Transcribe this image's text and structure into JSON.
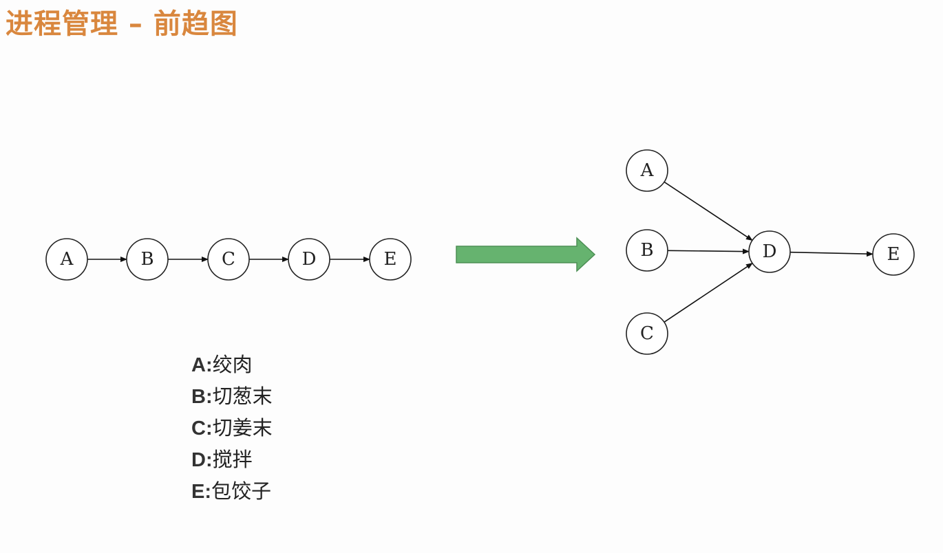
{
  "title": "进程管理 – 前趋图",
  "left_graph": {
    "nodes": [
      "A",
      "B",
      "C",
      "D",
      "E"
    ],
    "edges": [
      [
        "A",
        "B"
      ],
      [
        "B",
        "C"
      ],
      [
        "C",
        "D"
      ],
      [
        "D",
        "E"
      ]
    ]
  },
  "right_graph": {
    "nodes": [
      "A",
      "B",
      "C",
      "D",
      "E"
    ],
    "edges": [
      [
        "A",
        "D"
      ],
      [
        "B",
        "D"
      ],
      [
        "C",
        "D"
      ],
      [
        "D",
        "E"
      ]
    ]
  },
  "transform_arrow_color": "#66b36f",
  "legend": [
    {
      "key": "A",
      "sep": ":",
      "label": "绞肉"
    },
    {
      "key": "B",
      "sep": ":",
      "label": "切葱末"
    },
    {
      "key": "C",
      "sep": ":",
      "label": "切姜末"
    },
    {
      "key": "D",
      "sep": ":",
      "label": "搅拌"
    },
    {
      "key": "E",
      "sep": ":",
      "label": "包饺子"
    }
  ]
}
